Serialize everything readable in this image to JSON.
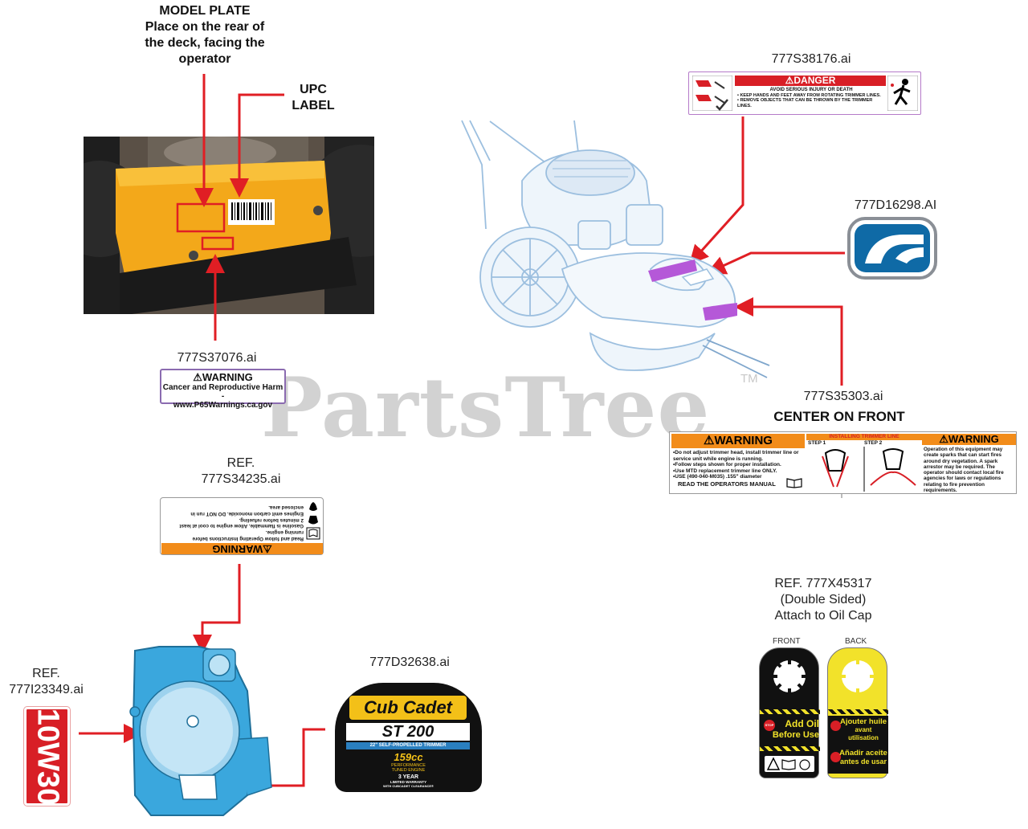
{
  "colors": {
    "arrow": "#e01e24",
    "highlight": "#b558d8",
    "deck_yellow": "#f3a81a",
    "engine_blue": "#3aa7dd",
    "danger_red": "#d81f26",
    "warning_orange": "#f28c1a",
    "tag_yellow": "#f2e22a",
    "logo_blue": "#0f6aa6"
  },
  "watermark": {
    "text": "PartsTree",
    "tm": "TM"
  },
  "model_plate_callout": {
    "title": "MODEL PLATE",
    "line1": "Place on the rear of",
    "line2": "the deck, facing the",
    "line3": "operator"
  },
  "upc_callout": {
    "line1": "UPC",
    "line2": "LABEL"
  },
  "labels": {
    "s37076": {
      "part": "777S37076.ai",
      "heading": "⚠WARNING",
      "line1": "Cancer and Reproductive Harm -",
      "line2": "www.P65Warnings.ca.gov"
    },
    "s38176": {
      "part": "777S38176.ai",
      "heading": "⚠DANGER",
      "line1": "AVOID SERIOUS INJURY OR DEATH",
      "line2": "• KEEP HANDS AND FEET AWAY FROM ROTATING TRIMMER LINES.",
      "line3": "• REMOVE OBJECTS THAT CAN BE THROWN BY THE TRIMMER LINES."
    },
    "d16298": {
      "part": "777D16298.AI"
    },
    "s35303": {
      "part": "777S35303.ai",
      "note": "CENTER ON FRONT",
      "left_heading": "⚠WARNING",
      "left_lines": [
        "•Do not adjust trimmer head, install trimmer line or",
        "service unit while engine is running.",
        "•Follow steps shown for proper installation.",
        "•Use MTD replacement trimmer line ONLY.",
        "•USE (490-040-M035) .155\" diameter"
      ],
      "manual": "READ THE OPERATORS MANUAL",
      "mid_heading": "INSTALLING TRIMMER LINE",
      "step1": "STEP 1",
      "step2": "STEP 2",
      "right_heading": "⚠WARNING",
      "right_text": "Operation of this equipment may create sparks that can start fires around dry vegetation. A spark arrestor may be required. The operator should contact local fire agencies for laws or regulations relating to fire prevention requirements."
    },
    "s34235": {
      "ref": "REF.",
      "part": "777S34235.ai",
      "heading": "⚠WARNING",
      "lines": [
        "Read and follow Operating Instructions before",
        "running engine.",
        "Gasoline is flammable. Allow engine to cool at least",
        "2 minutes before refueling.",
        "Engines emit carbon monoxide. DO NOT run in",
        "enclosed area."
      ]
    },
    "i23349": {
      "ref": "REF.",
      "part": "777I23349.ai",
      "text": "10W30"
    },
    "d32638": {
      "part": "777D32638.ai",
      "brand": "Cub Cadet",
      "model": "ST 200",
      "sub": "22\" SELF-PROPELLED TRIMMER",
      "cc": "159cc",
      "engine1": "PERFORMANCE",
      "engine2": "TUNED ENGINE",
      "warranty1": "3 YEAR",
      "warranty2": "LIMITED WARRANTY",
      "warranty3": "WITH CUBCADET CLEARANCE®"
    },
    "x45317": {
      "ref": "REF. 777X45317",
      "line2": "(Double Sided)",
      "line3": "Attach to Oil Cap",
      "front": "FRONT",
      "back": "BACK",
      "front_text1": "Add Oil",
      "front_text2": "Before Use",
      "back_text1": "Ajouter huile",
      "back_text2": "avant utilisation",
      "back_text3": "Añadir aceite",
      "back_text4": "antes de usar",
      "stop": "STOP"
    }
  }
}
